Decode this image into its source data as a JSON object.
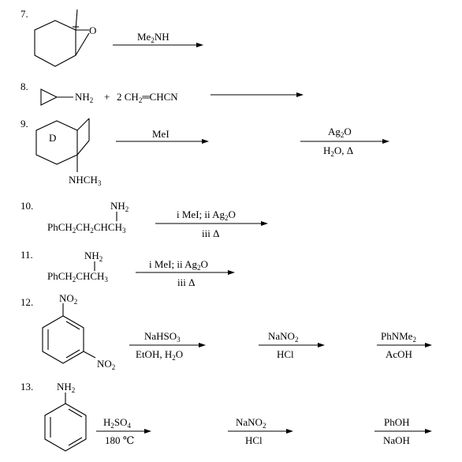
{
  "problems": [
    {
      "number": "7.",
      "atom_O": "O",
      "reagent": [
        "Me",
        "2",
        "NH"
      ]
    },
    {
      "number": "8.",
      "group": [
        "NH",
        "2"
      ],
      "plus": "+",
      "coreactant": [
        "2 CH",
        "2",
        "═CHCN"
      ]
    },
    {
      "number": "9.",
      "ring_label": "D",
      "amine": [
        "NHCH",
        "3"
      ],
      "step1_reagent": "MeI",
      "step2_top": [
        "Ag",
        "2",
        "O"
      ],
      "step2_bottom": [
        "H",
        "2",
        "O, Δ"
      ]
    },
    {
      "number": "10.",
      "nh2": [
        "NH",
        "2"
      ],
      "formula": [
        "PhCH",
        "2",
        "CH",
        "2",
        "CHCH",
        "3"
      ],
      "top": [
        "i MeI; ii Ag",
        "2",
        "O"
      ],
      "bottom": "iii Δ"
    },
    {
      "number": "11.",
      "nh2": [
        "NH",
        "2"
      ],
      "formula": [
        "PhCH",
        "2",
        "CHCH",
        "3"
      ],
      "top": [
        "i MeI; ii Ag",
        "2",
        "O"
      ],
      "bottom": "iii Δ"
    },
    {
      "number": "12.",
      "no2_top": [
        "NO",
        "2"
      ],
      "no2_bottom": [
        "NO",
        "2"
      ],
      "s1_top": [
        "NaHSO",
        "3"
      ],
      "s1_bottom": [
        "EtOH, H",
        "2",
        "O"
      ],
      "s2_top": [
        "NaNO",
        "2"
      ],
      "s2_bottom": "HCl",
      "s3_top": [
        "PhNMe",
        "2"
      ],
      "s3_bottom": "AcOH"
    },
    {
      "number": "13.",
      "nh2": [
        "NH",
        "2"
      ],
      "s1_top": [
        "H",
        "2",
        "SO",
        "4"
      ],
      "s1_bottom": "180 ℃",
      "s2_top": [
        "NaNO",
        "2"
      ],
      "s2_bottom": "HCl",
      "s3_top": "PhOH",
      "s3_bottom": "NaOH"
    }
  ]
}
